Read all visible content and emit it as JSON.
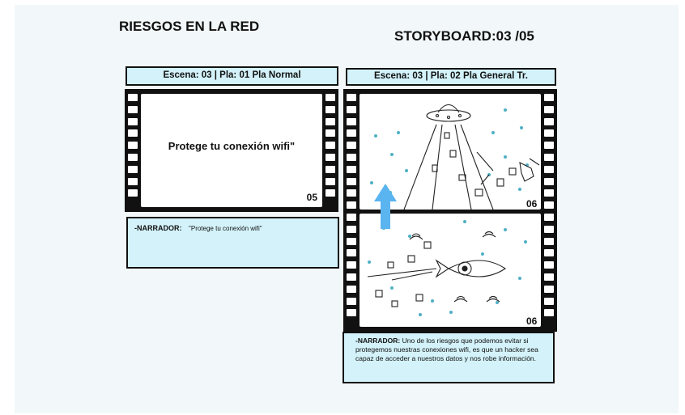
{
  "title": "RIESGOS EN LA RED",
  "storyboard_label": "STORYBOARD:03 /05",
  "panels": [
    {
      "scene_label": "Escena: 03 | Pla: 01 Pla Normal",
      "frame_text": "Protege tu conexión wifi\"",
      "frame_number": "05",
      "narrator_label": "-NARRADOR:",
      "narrator_text": "\"Protege tu conexión wifi\""
    },
    {
      "scene_label": "Escena: 03 | Pla: 02 Pla General Tr.",
      "frame_number_top": "06",
      "frame_number_bottom": "06",
      "narrator_label": "-NARRADOR:",
      "narrator_text": "Uno de los riesgos que podemos evitar si protegemos nuestras conexiones wifi, es que un hacker sea capaz de acceder a nuestros datos y nos robe información."
    }
  ],
  "colors": {
    "accent_blue": "#d3f2f9",
    "arrow_blue": "#5ab4f0",
    "dot_teal": "#4fb0c4"
  }
}
